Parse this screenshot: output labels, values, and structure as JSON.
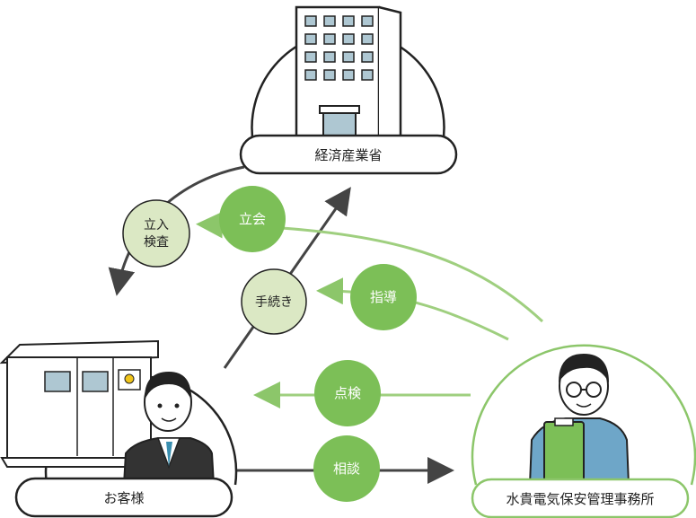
{
  "entities": {
    "ministry": "経済産業省",
    "customer": "お客様",
    "office": "水貴電気保安管理事務所"
  },
  "relations": {
    "inspection": "立入\n検査",
    "inspection_line1": "立入",
    "inspection_line2": "検査",
    "procedure": "手続き",
    "attendance": "立会",
    "guidance": "指導",
    "check": "点検",
    "consultation": "相談"
  },
  "colors": {
    "green": "#7cbf57",
    "light_green": "#dbe8c4",
    "line_green": "#9fcf7f",
    "dark": "#333333",
    "building_gray": "#b7c9d4"
  }
}
